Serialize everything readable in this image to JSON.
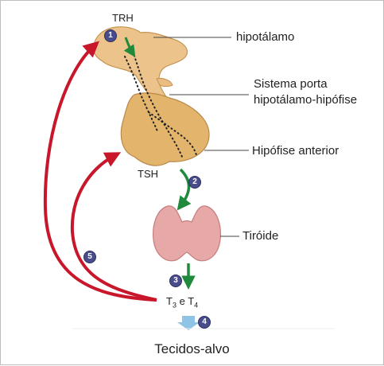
{
  "labels": {
    "trh": "TRH",
    "hipotalamo": "hipotálamo",
    "sistema_porta_line1": "Sistema porta",
    "sistema_porta_line2": "hipotálamo-hipófise",
    "hipofise_anterior": "Hipófise anterior",
    "tsh": "TSH",
    "tiroide": "Tiróide",
    "t3": "T",
    "t3_sub": "3",
    "e": "e",
    "t4": "T",
    "t4_sub": "4",
    "tecidos_alvo": "Tecidos-alvo"
  },
  "steps": {
    "s1": "1",
    "s2": "2",
    "s3": "3",
    "s4": "4",
    "s5": "5"
  },
  "colors": {
    "feedback_arrow": "#c8162b",
    "stimulus_arrow": "#1f8a3c",
    "gland": "#e3b46b",
    "thyroid": "#e7a8a8",
    "target_arrow": "#8fc4e6",
    "badge": "#4a4d8c"
  }
}
